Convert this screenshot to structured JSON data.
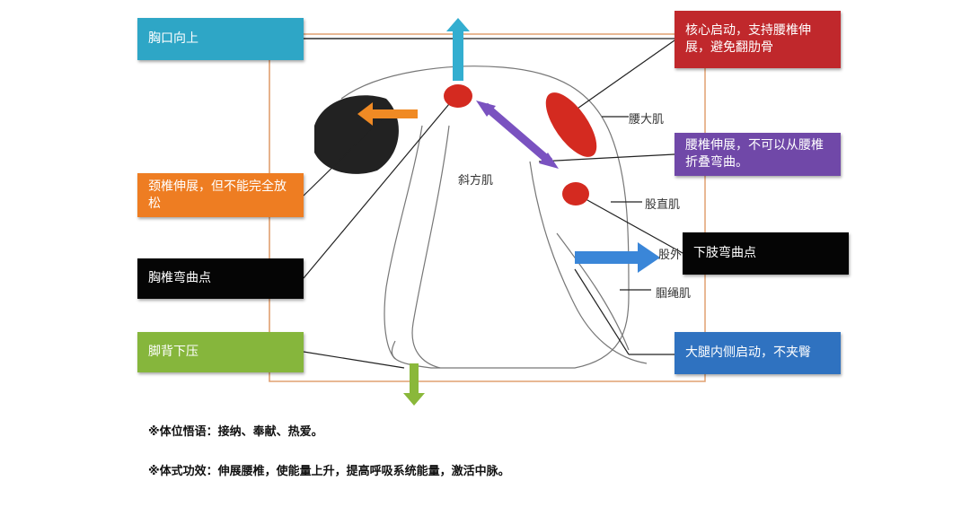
{
  "boxes": {
    "chest_up": "胸口向上",
    "neck": "颈椎伸展，但不能完全放松",
    "thoracic": "胸椎弯曲点",
    "foot": "脚背下压",
    "core": "核心启动，支持腰椎伸展，避免翻肋骨",
    "lumbar": "腰椎伸展，不可以从腰椎折叠弯曲。",
    "lower_limb": "下肢弯曲点",
    "inner_thigh": "大腿内侧启动，不夹臀"
  },
  "muscles": {
    "psoas": "腰大肌",
    "trapezius": "斜方肌",
    "rectus_femoris": "股直肌",
    "vastus": "股外",
    "hamstring": "腘绳肌"
  },
  "notes": [
    "※体位悟语：接纳、奉献、热爱。",
    "※体式功效：伸展腰椎，使能量上升，提高呼吸系统能量，激活中脉。"
  ],
  "colors": {
    "cyan": "#2ea6c6",
    "orange": "#ee7d22",
    "black": "#050505",
    "green": "#86b63c",
    "red": "#c0282c",
    "purple": "#7048a8",
    "blue": "#2f72c0"
  }
}
